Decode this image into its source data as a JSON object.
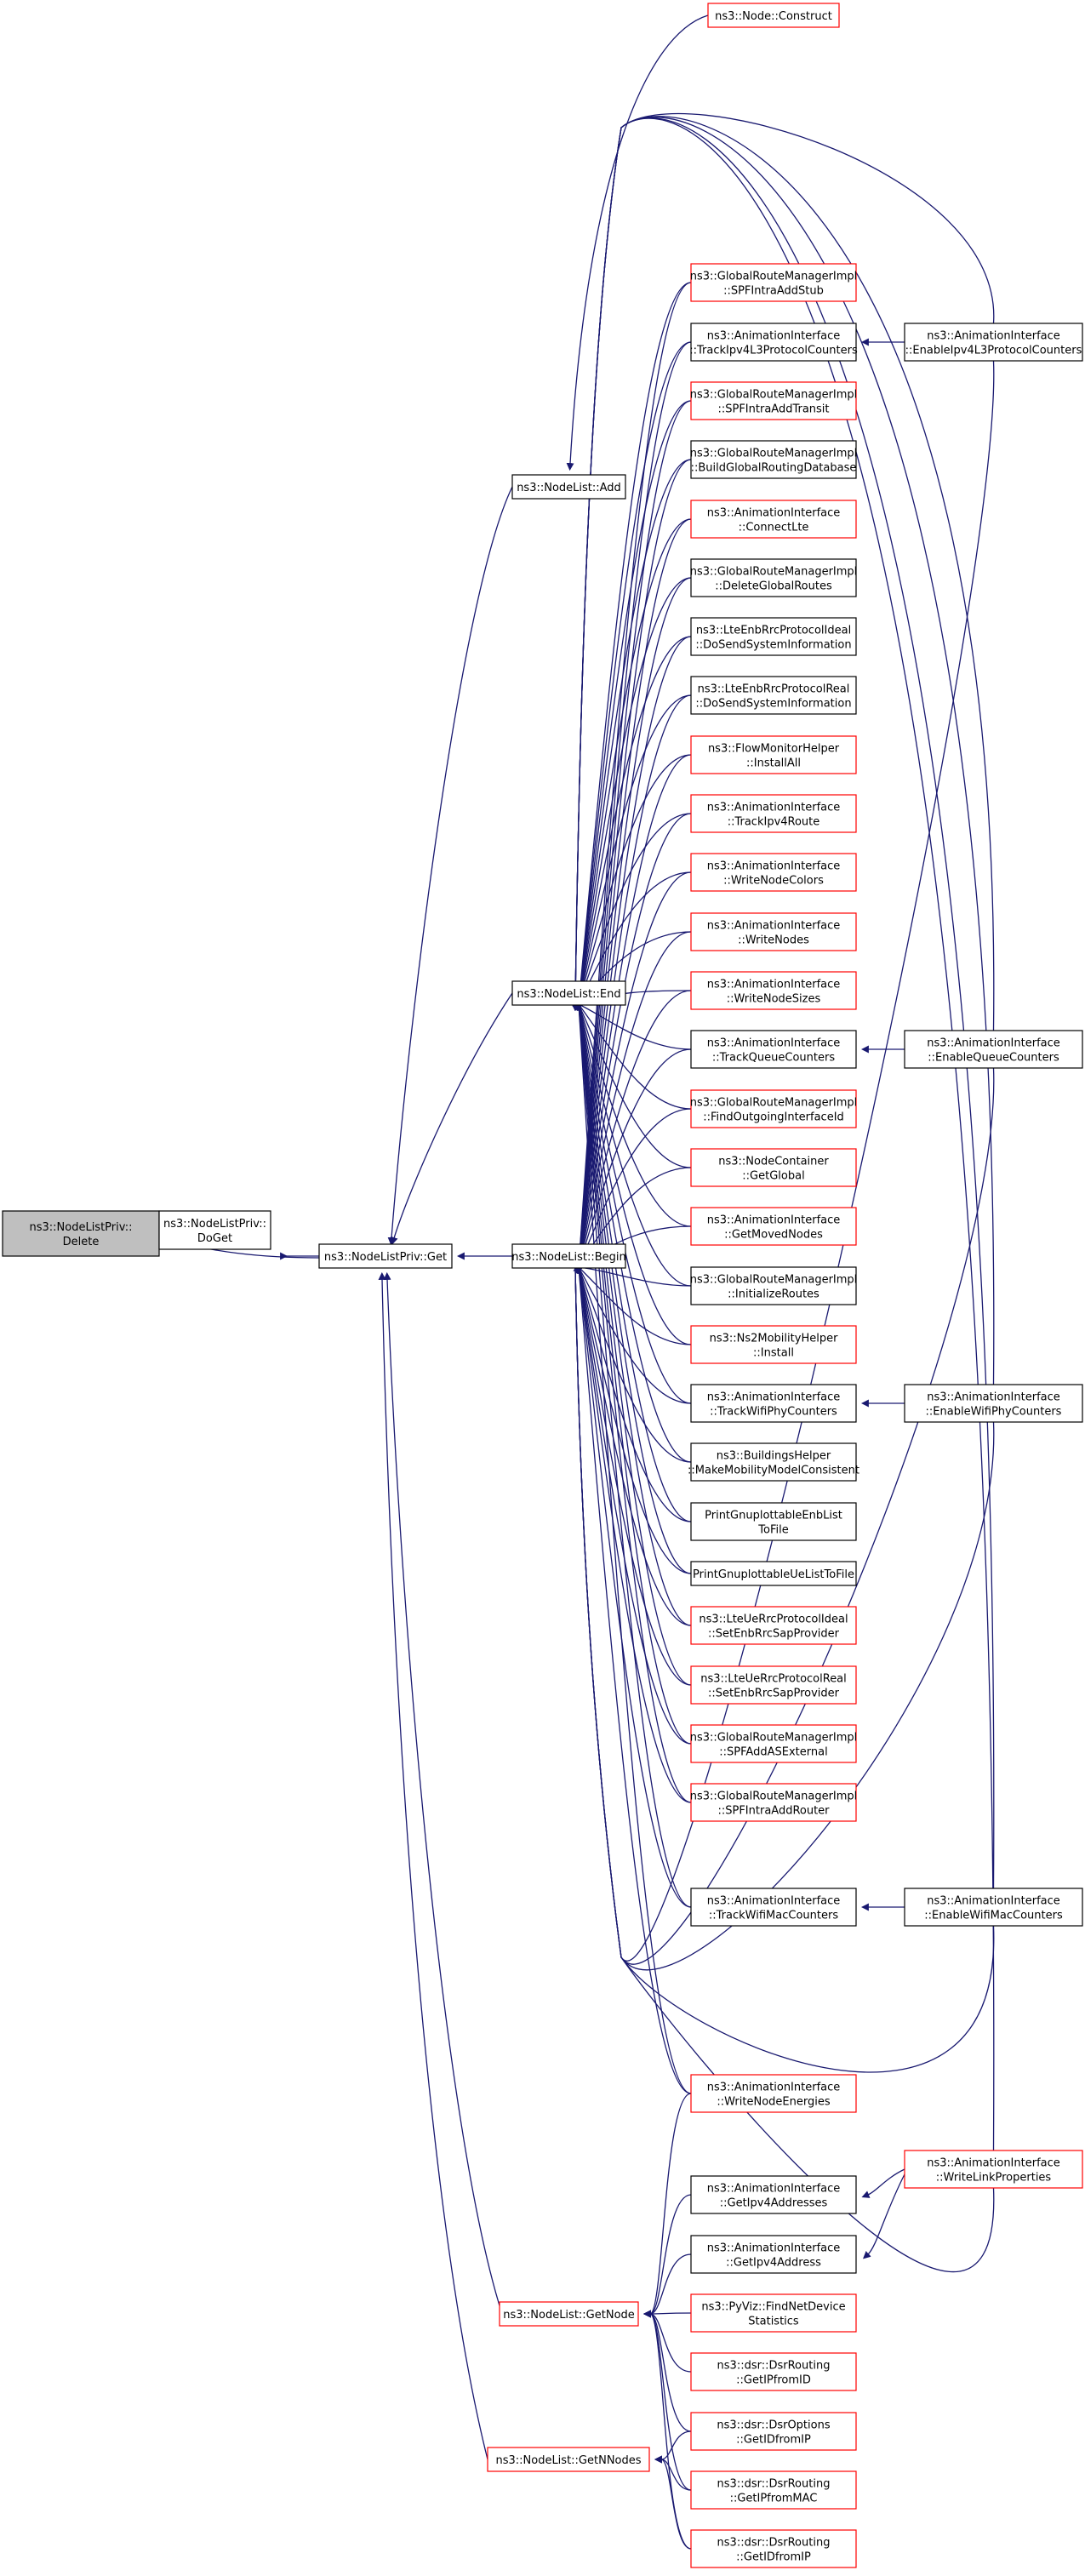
{
  "colors": {
    "edge": "#191970",
    "border_red": "#ff0000",
    "border_black": "#000000",
    "root_fill": "#bfbfbf"
  },
  "nodes": [
    {
      "id": "delete",
      "lines": [
        "ns3::NodeListPriv::",
        "Delete"
      ],
      "style": "root"
    },
    {
      "id": "doget",
      "lines": [
        "ns3::NodeListPriv::",
        "DoGet"
      ],
      "style": "black"
    },
    {
      "id": "get",
      "lines": [
        "ns3::NodeListPriv::Get"
      ],
      "style": "black"
    },
    {
      "id": "add",
      "lines": [
        "ns3::NodeList::Add"
      ],
      "style": "black"
    },
    {
      "id": "end",
      "lines": [
        "ns3::NodeList::End"
      ],
      "style": "black"
    },
    {
      "id": "begin",
      "lines": [
        "ns3::NodeList::Begin"
      ],
      "style": "black"
    },
    {
      "id": "getnode",
      "lines": [
        "ns3::NodeList::GetNode"
      ],
      "style": "red"
    },
    {
      "id": "getnnodes",
      "lines": [
        "ns3::NodeList::GetNNodes"
      ],
      "style": "red"
    },
    {
      "id": "construct",
      "lines": [
        "ns3::Node::Construct"
      ],
      "style": "red"
    },
    {
      "id": "spfstub",
      "lines": [
        "ns3::GlobalRouteManagerImpl",
        "::SPFIntraAddStub"
      ],
      "style": "red"
    },
    {
      "id": "trackl3",
      "lines": [
        "ns3::AnimationInterface",
        "::TrackIpv4L3ProtocolCounters"
      ],
      "style": "black"
    },
    {
      "id": "spftransit",
      "lines": [
        "ns3::GlobalRouteManagerImpl",
        "::SPFIntraAddTransit"
      ],
      "style": "red"
    },
    {
      "id": "buildgrd",
      "lines": [
        "ns3::GlobalRouteManagerImpl",
        "::BuildGlobalRoutingDatabase"
      ],
      "style": "black"
    },
    {
      "id": "connectlte",
      "lines": [
        "ns3::AnimationInterface",
        "::ConnectLte"
      ],
      "style": "red"
    },
    {
      "id": "delgr",
      "lines": [
        "ns3::GlobalRouteManagerImpl",
        "::DeleteGlobalRoutes"
      ],
      "style": "black"
    },
    {
      "id": "ideal_sys",
      "lines": [
        "ns3::LteEnbRrcProtocolIdeal",
        "::DoSendSystemInformation"
      ],
      "style": "black"
    },
    {
      "id": "real_sys",
      "lines": [
        "ns3::LteEnbRrcProtocolReal",
        "::DoSendSystemInformation"
      ],
      "style": "black"
    },
    {
      "id": "flowmon",
      "lines": [
        "ns3::FlowMonitorHelper",
        "::InstallAll"
      ],
      "style": "red"
    },
    {
      "id": "trackroute",
      "lines": [
        "ns3::AnimationInterface",
        "::TrackIpv4Route"
      ],
      "style": "red"
    },
    {
      "id": "wnc",
      "lines": [
        "ns3::AnimationInterface",
        "::WriteNodeColors"
      ],
      "style": "red"
    },
    {
      "id": "wn",
      "lines": [
        "ns3::AnimationInterface",
        "::WriteNodes"
      ],
      "style": "red"
    },
    {
      "id": "wns",
      "lines": [
        "ns3::AnimationInterface",
        "::WriteNodeSizes"
      ],
      "style": "red"
    },
    {
      "id": "trackq",
      "lines": [
        "ns3::AnimationInterface",
        "::TrackQueueCounters"
      ],
      "style": "black"
    },
    {
      "id": "findout",
      "lines": [
        "ns3::GlobalRouteManagerImpl",
        "::FindOutgoingInterfaceId"
      ],
      "style": "red"
    },
    {
      "id": "nodecont",
      "lines": [
        "ns3::NodeContainer",
        "::GetGlobal"
      ],
      "style": "red"
    },
    {
      "id": "moved",
      "lines": [
        "ns3::AnimationInterface",
        "::GetMovedNodes"
      ],
      "style": "red"
    },
    {
      "id": "initroutes",
      "lines": [
        "ns3::GlobalRouteManagerImpl",
        "::InitializeRoutes"
      ],
      "style": "black"
    },
    {
      "id": "ns2mob",
      "lines": [
        "ns3::Ns2MobilityHelper",
        "::Install"
      ],
      "style": "red"
    },
    {
      "id": "trackwifiphy",
      "lines": [
        "ns3::AnimationInterface",
        "::TrackWifiPhyCounters"
      ],
      "style": "black"
    },
    {
      "id": "buildings",
      "lines": [
        "ns3::BuildingsHelper",
        "::MakeMobilityModelConsistent"
      ],
      "style": "black"
    },
    {
      "id": "pgenb",
      "lines": [
        "PrintGnuplottableEnbList",
        "ToFile"
      ],
      "style": "black"
    },
    {
      "id": "pgue",
      "lines": [
        "PrintGnuplottableUeListToFile"
      ],
      "style": "black"
    },
    {
      "id": "ueideal",
      "lines": [
        "ns3::LteUeRrcProtocolIdeal",
        "::SetEnbRrcSapProvider"
      ],
      "style": "red"
    },
    {
      "id": "uereal",
      "lines": [
        "ns3::LteUeRrcProtocolReal",
        "::SetEnbRrcSapProvider"
      ],
      "style": "red"
    },
    {
      "id": "spfas",
      "lines": [
        "ns3::GlobalRouteManagerImpl",
        "::SPFAddASExternal"
      ],
      "style": "red"
    },
    {
      "id": "spfrouter",
      "lines": [
        "ns3::GlobalRouteManagerImpl",
        "::SPFIntraAddRouter"
      ],
      "style": "red"
    },
    {
      "id": "trackwifimac",
      "lines": [
        "ns3::AnimationInterface",
        "::TrackWifiMacCounters"
      ],
      "style": "black"
    },
    {
      "id": "wne",
      "lines": [
        "ns3::AnimationInterface",
        "::WriteNodeEnergies"
      ],
      "style": "red"
    },
    {
      "id": "getaddrs",
      "lines": [
        "ns3::AnimationInterface",
        "::GetIpv4Addresses"
      ],
      "style": "black"
    },
    {
      "id": "getaddr",
      "lines": [
        "ns3::AnimationInterface",
        "::GetIpv4Address"
      ],
      "style": "black"
    },
    {
      "id": "pyviz",
      "lines": [
        "ns3::PyViz::FindNetDevice",
        "Statistics"
      ],
      "style": "red"
    },
    {
      "id": "dsr_ipid",
      "lines": [
        "ns3::dsr::DsrRouting",
        "::GetIPfromID"
      ],
      "style": "red"
    },
    {
      "id": "dsropt",
      "lines": [
        "ns3::dsr::DsrOptions",
        "::GetIDfromIP"
      ],
      "style": "red"
    },
    {
      "id": "dsr_ipmac",
      "lines": [
        "ns3::dsr::DsrRouting",
        "::GetIPfromMAC"
      ],
      "style": "red"
    },
    {
      "id": "dsr_idip",
      "lines": [
        "ns3::dsr::DsrRouting",
        "::GetIDfromIP"
      ],
      "style": "red"
    },
    {
      "id": "enl3",
      "lines": [
        "ns3::AnimationInterface",
        "::EnableIpv4L3ProtocolCounters"
      ],
      "style": "black"
    },
    {
      "id": "enq",
      "lines": [
        "ns3::AnimationInterface",
        "::EnableQueueCounters"
      ],
      "style": "black"
    },
    {
      "id": "enphy",
      "lines": [
        "ns3::AnimationInterface",
        "::EnableWifiPhyCounters"
      ],
      "style": "black"
    },
    {
      "id": "enmac",
      "lines": [
        "ns3::AnimationInterface",
        "::EnableWifiMacCounters"
      ],
      "style": "black"
    },
    {
      "id": "wlp",
      "lines": [
        "ns3::AnimationInterface",
        "::WriteLinkProperties"
      ],
      "style": "red"
    }
  ]
}
